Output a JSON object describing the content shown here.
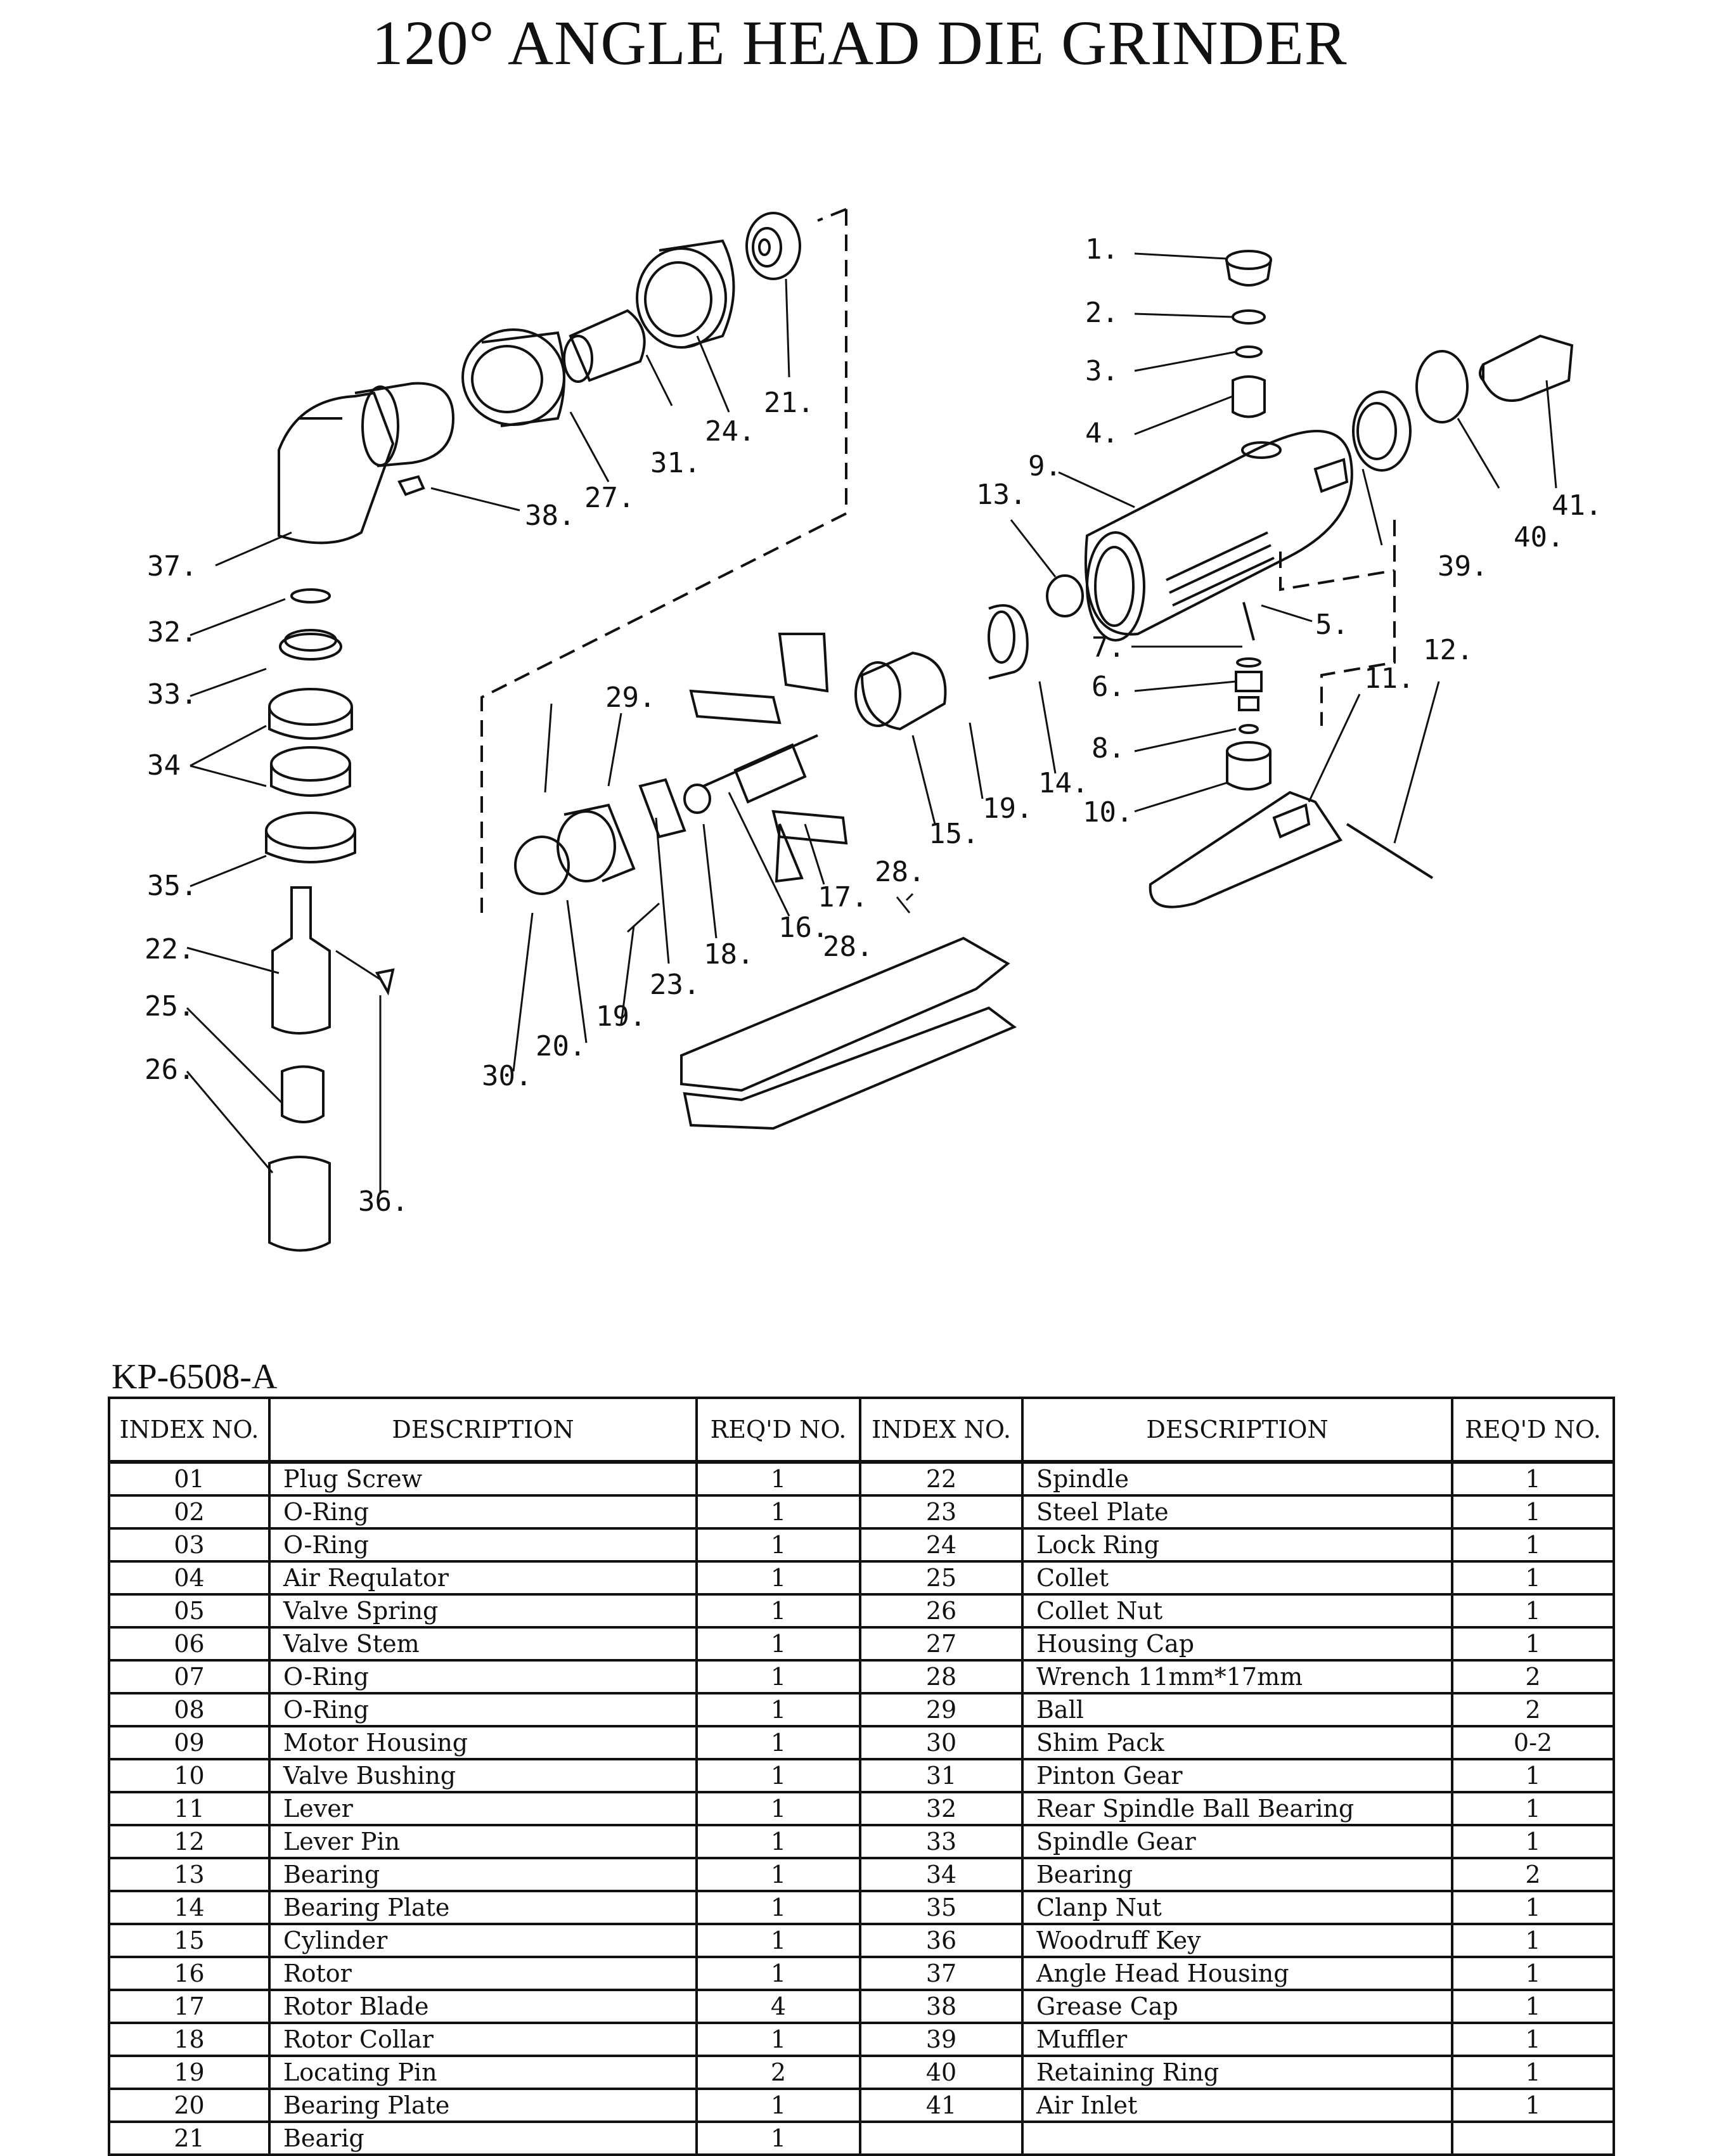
{
  "title": "120° ANGLE HEAD DIE GRINDER",
  "model": "KP-6508-A",
  "table": {
    "headers": [
      "INDEX NO.",
      "DESCRIPTION",
      "REQ'D NO.",
      "INDEX NO.",
      "DESCRIPTION",
      "REQ'D NO."
    ],
    "rows": [
      {
        "i1": "01",
        "d1": "Plug Screw",
        "q1": "1",
        "i2": "22",
        "d2": "Spindle",
        "q2": "1"
      },
      {
        "i1": "02",
        "d1": "O-Ring",
        "q1": "1",
        "i2": "23",
        "d2": "Steel Plate",
        "q2": "1"
      },
      {
        "i1": "03",
        "d1": "O-Ring",
        "q1": "1",
        "i2": "24",
        "d2": "Lock Ring",
        "q2": "1"
      },
      {
        "i1": "04",
        "d1": "Air Requlator",
        "q1": "1",
        "i2": "25",
        "d2": "Collet",
        "q2": "1"
      },
      {
        "i1": "05",
        "d1": "Valve Spring",
        "q1": "1",
        "i2": "26",
        "d2": "Collet Nut",
        "q2": "1"
      },
      {
        "i1": "06",
        "d1": "Valve Stem",
        "q1": "1",
        "i2": "27",
        "d2": "Housing Cap",
        "q2": "1"
      },
      {
        "i1": "07",
        "d1": "O-Ring",
        "q1": "1",
        "i2": "28",
        "d2": "Wrench 11mm*17mm",
        "q2": "2"
      },
      {
        "i1": "08",
        "d1": "O-Ring",
        "q1": "1",
        "i2": "29",
        "d2": "Ball",
        "q2": "2"
      },
      {
        "i1": "09",
        "d1": "Motor Housing",
        "q1": "1",
        "i2": "30",
        "d2": "Shim Pack",
        "q2": "0-2"
      },
      {
        "i1": "10",
        "d1": "Valve Bushing",
        "q1": "1",
        "i2": "31",
        "d2": "Pinton Gear",
        "q2": "1"
      },
      {
        "i1": "11",
        "d1": "Lever",
        "q1": "1",
        "i2": "32",
        "d2": "Rear Spindle Ball Bearing",
        "q2": "1"
      },
      {
        "i1": "12",
        "d1": "Lever Pin",
        "q1": "1",
        "i2": "33",
        "d2": "Spindle Gear",
        "q2": "1"
      },
      {
        "i1": "13",
        "d1": "Bearing",
        "q1": "1",
        "i2": "34",
        "d2": "Bearing",
        "q2": "2"
      },
      {
        "i1": "14",
        "d1": "Bearing Plate",
        "q1": "1",
        "i2": "35",
        "d2": "Clanp Nut",
        "q2": "1"
      },
      {
        "i1": "15",
        "d1": "Cylinder",
        "q1": "1",
        "i2": "36",
        "d2": "Woodruff Key",
        "q2": "1"
      },
      {
        "i1": "16",
        "d1": "Rotor",
        "q1": "1",
        "i2": "37",
        "d2": "Angle Head Housing",
        "q2": "1"
      },
      {
        "i1": "17",
        "d1": "Rotor Blade",
        "q1": "4",
        "i2": "38",
        "d2": "Grease Cap",
        "q2": "1"
      },
      {
        "i1": "18",
        "d1": "Rotor Collar",
        "q1": "1",
        "i2": "39",
        "d2": "Muffler",
        "q2": "1"
      },
      {
        "i1": "19",
        "d1": "Locating Pin",
        "q1": "2",
        "i2": "40",
        "d2": "Retaining Ring",
        "q2": "1"
      },
      {
        "i1": "20",
        "d1": "Bearing Plate",
        "q1": "1",
        "i2": "41",
        "d2": "Air Inlet",
        "q2": "1"
      },
      {
        "i1": "21",
        "d1": "Bearig",
        "q1": "1",
        "i2": "",
        "d2": "",
        "q2": ""
      }
    ]
  },
  "callouts": [
    "1.",
    "2.",
    "3.",
    "4.",
    "5.",
    "6.",
    "7.",
    "8.",
    "9.",
    "10.",
    "11.",
    "12.",
    "13.",
    "14.",
    "15.",
    "16.",
    "17.",
    "18.",
    "19.",
    "19.",
    "20.",
    "21.",
    "22.",
    "23.",
    "24.",
    "25.",
    "26.",
    "27.",
    "28.",
    "28.",
    "29.",
    "30.",
    "31.",
    "32.",
    "33.",
    "34",
    "35.",
    "36.",
    "37.",
    "38.",
    "39.",
    "40.",
    "41."
  ]
}
